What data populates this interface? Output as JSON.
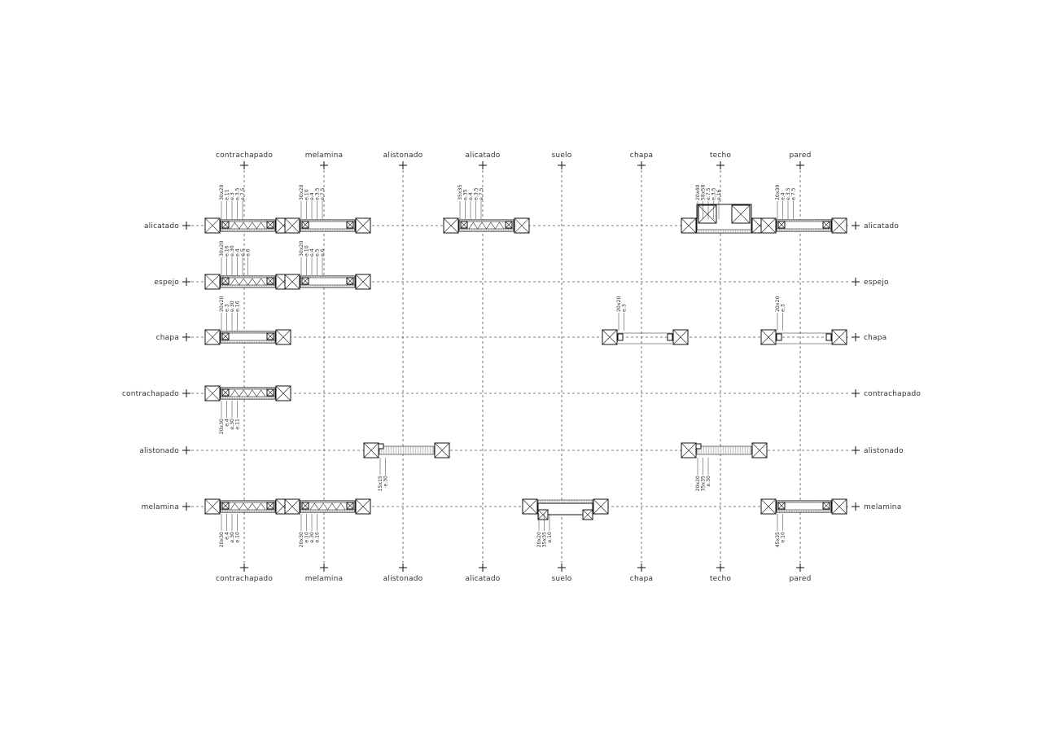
{
  "columns": [
    "contrachapado",
    "melamina",
    "alistonado",
    "alicatado",
    "suelo",
    "chapa",
    "techo",
    "pared"
  ],
  "rows": [
    "alicatado",
    "espejo",
    "chapa",
    "contrachapado",
    "alistonado",
    "melamina"
  ],
  "cells": [
    {
      "row": 0,
      "col": 0,
      "kind": "zig",
      "dims": [
        "30x20",
        "e.11",
        "e.3",
        "e.3.5",
        "e.7.5"
      ],
      "side": "top"
    },
    {
      "row": 0,
      "col": 1,
      "kind": "plain",
      "dims": [
        "30x20",
        "e.10",
        "e.4",
        "e.3.5",
        "e.7.5"
      ],
      "side": "top"
    },
    {
      "row": 0,
      "col": 3,
      "kind": "zig",
      "dims": [
        "35x35",
        "e.35",
        "e.4",
        "e.3.5",
        "e.7.5"
      ],
      "side": "top"
    },
    {
      "row": 0,
      "col": 6,
      "kind": "big",
      "dims": [
        "20x40",
        "58x58",
        "e.7.5",
        "e.3.5",
        "e.16"
      ],
      "side": "top"
    },
    {
      "row": 0,
      "col": 7,
      "kind": "plain",
      "dims": [
        "20x30",
        "e.4",
        "e.3.5",
        "e.7.5"
      ],
      "side": "top"
    },
    {
      "row": 1,
      "col": 0,
      "kind": "zig",
      "dims": [
        "30x20",
        "e.16",
        "e.30",
        "e.4",
        "e.5",
        "e.6"
      ],
      "side": "top"
    },
    {
      "row": 1,
      "col": 1,
      "kind": "plain",
      "dims": [
        "30x20",
        "e.10",
        "e.4",
        "e.5",
        "e.6"
      ],
      "side": "top"
    },
    {
      "row": 2,
      "col": 0,
      "kind": "plain",
      "dims": [
        "20x20",
        "e.3",
        "e.30",
        "e.16"
      ],
      "side": "top"
    },
    {
      "row": 2,
      "col": 5,
      "kind": "open",
      "dims": [
        "20x20",
        "e.3"
      ],
      "side": "top"
    },
    {
      "row": 2,
      "col": 7,
      "kind": "open",
      "dims": [
        "20x20",
        "e.3"
      ],
      "side": "top"
    },
    {
      "row": 3,
      "col": 0,
      "kind": "zig",
      "dims": [
        "20x30",
        "e.4",
        "e.30",
        "e.11"
      ],
      "side": "bottom"
    },
    {
      "row": 4,
      "col": 2,
      "kind": "slat",
      "dims": [
        "15x15",
        "e.30"
      ],
      "side": "bottom"
    },
    {
      "row": 4,
      "col": 6,
      "kind": "slat",
      "dims": [
        "20x20",
        "35x35",
        "e.30"
      ],
      "side": "bottom"
    },
    {
      "row": 5,
      "col": 0,
      "kind": "zig",
      "dims": [
        "20x30",
        "e.4",
        "e.30",
        "e.10"
      ],
      "side": "bottom"
    },
    {
      "row": 5,
      "col": 1,
      "kind": "zig",
      "dims": [
        "20x30",
        "e.10",
        "e.30",
        "e.16"
      ],
      "side": "bottom"
    },
    {
      "row": 5,
      "col": 4,
      "kind": "floor",
      "dims": [
        "20x20",
        "35x35",
        "e.10"
      ],
      "side": "bottom"
    },
    {
      "row": 5,
      "col": 7,
      "kind": "plain",
      "dims": [
        "45x35",
        "e.10"
      ],
      "side": "bottom"
    }
  ]
}
